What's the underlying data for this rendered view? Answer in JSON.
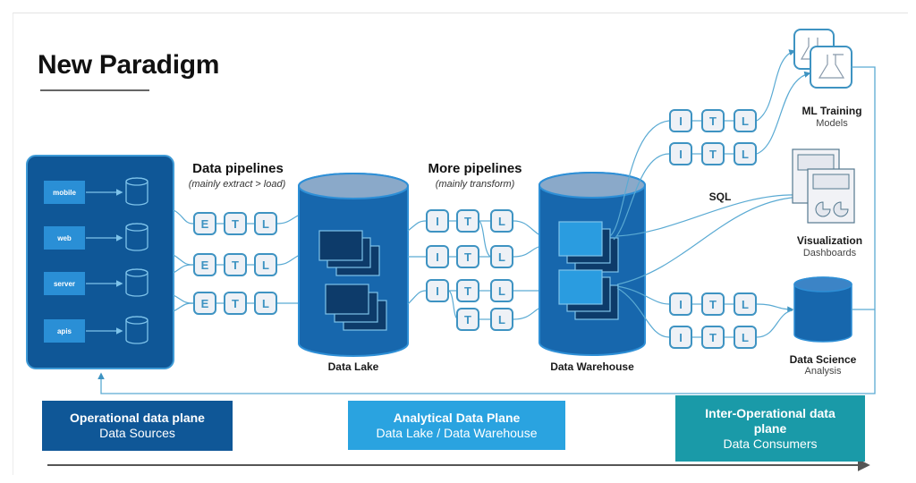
{
  "title": "New Paradigm",
  "sources": {
    "items": [
      {
        "label": "mobile"
      },
      {
        "label": "web"
      },
      {
        "label": "server"
      },
      {
        "label": "apis"
      }
    ]
  },
  "pipelines1": {
    "heading": "Data pipelines",
    "subheading": "(mainly extract > load)",
    "rows": [
      [
        "E",
        "T",
        "L"
      ],
      [
        "E",
        "T",
        "L"
      ],
      [
        "E",
        "T",
        "L"
      ]
    ]
  },
  "data_lake": {
    "label": "Data Lake"
  },
  "pipelines2": {
    "heading": "More pipelines",
    "subheading": "(mainly transform)",
    "rows": [
      [
        "I",
        "T",
        "L"
      ],
      [
        "I",
        "T",
        "L"
      ],
      [
        "I",
        "T",
        "L"
      ],
      [
        "T",
        "L"
      ]
    ]
  },
  "data_warehouse": {
    "label": "Data Warehouse"
  },
  "consumer_pipelines": {
    "ml": [
      [
        "I",
        "T",
        "L"
      ],
      [
        "I",
        "T",
        "L"
      ]
    ],
    "ds": [
      [
        "I",
        "T",
        "L"
      ],
      [
        "I",
        "T",
        "L"
      ]
    ],
    "sql_label": "SQL"
  },
  "consumers": {
    "ml": {
      "title": "ML Training",
      "subtitle": "Models"
    },
    "viz": {
      "title": "Visualization",
      "subtitle": "Dashboards"
    },
    "ds": {
      "title": "Data Science",
      "subtitle": "Analysis"
    }
  },
  "planes": {
    "operational": {
      "title": "Operational data plane",
      "subtitle": "Data Sources",
      "color": "#0f5797"
    },
    "analytical": {
      "title": "Analytical Data Plane",
      "subtitle": "Data Lake / Data Warehouse",
      "color": "#2aa3e0"
    },
    "interop": {
      "title": "Inter-Operational data plane",
      "subtitle": "Data Consumers",
      "color": "#1a9aa8"
    }
  },
  "colors": {
    "dark_blue": "#0f5797",
    "mid_blue": "#1767ad",
    "line": "#5aaad3",
    "box_border": "#3e93c2",
    "box_fill": "#eef1f6"
  }
}
